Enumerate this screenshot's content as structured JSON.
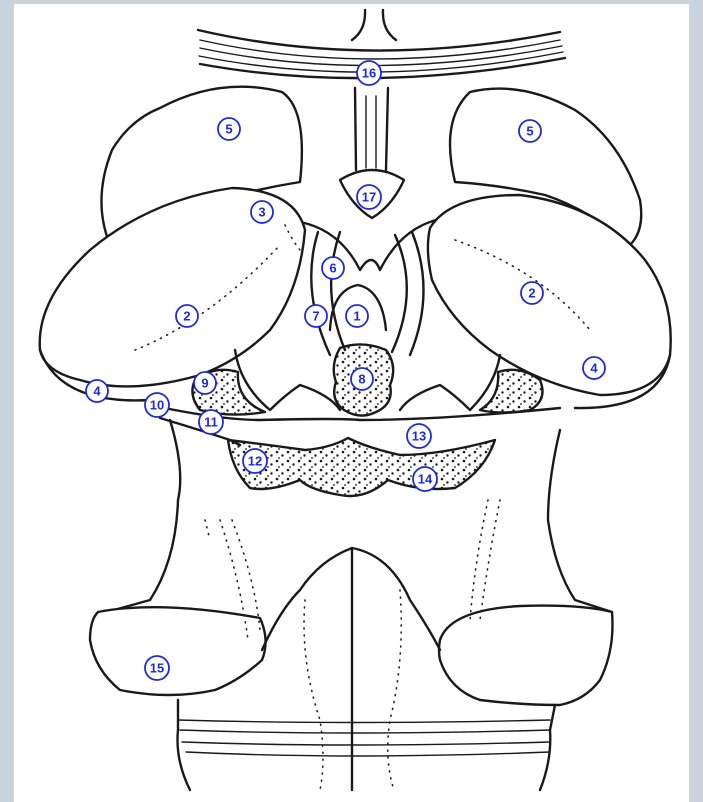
{
  "labels": {
    "m1": "1",
    "m2a": "2",
    "m2b": "2",
    "m3": "3",
    "m4a": "4",
    "m4b": "4",
    "m5a": "5",
    "m5b": "5",
    "m6": "6",
    "m7": "7",
    "m8": "8",
    "m9": "9",
    "m10": "10",
    "m11": "11",
    "m12": "12",
    "m13": "13",
    "m14": "14",
    "m15": "15",
    "m16": "16",
    "m17": "17"
  },
  "colors": {
    "marker": "#1f2bd6",
    "ink": "#1a1a1a",
    "frame": "#c9d3dc"
  }
}
